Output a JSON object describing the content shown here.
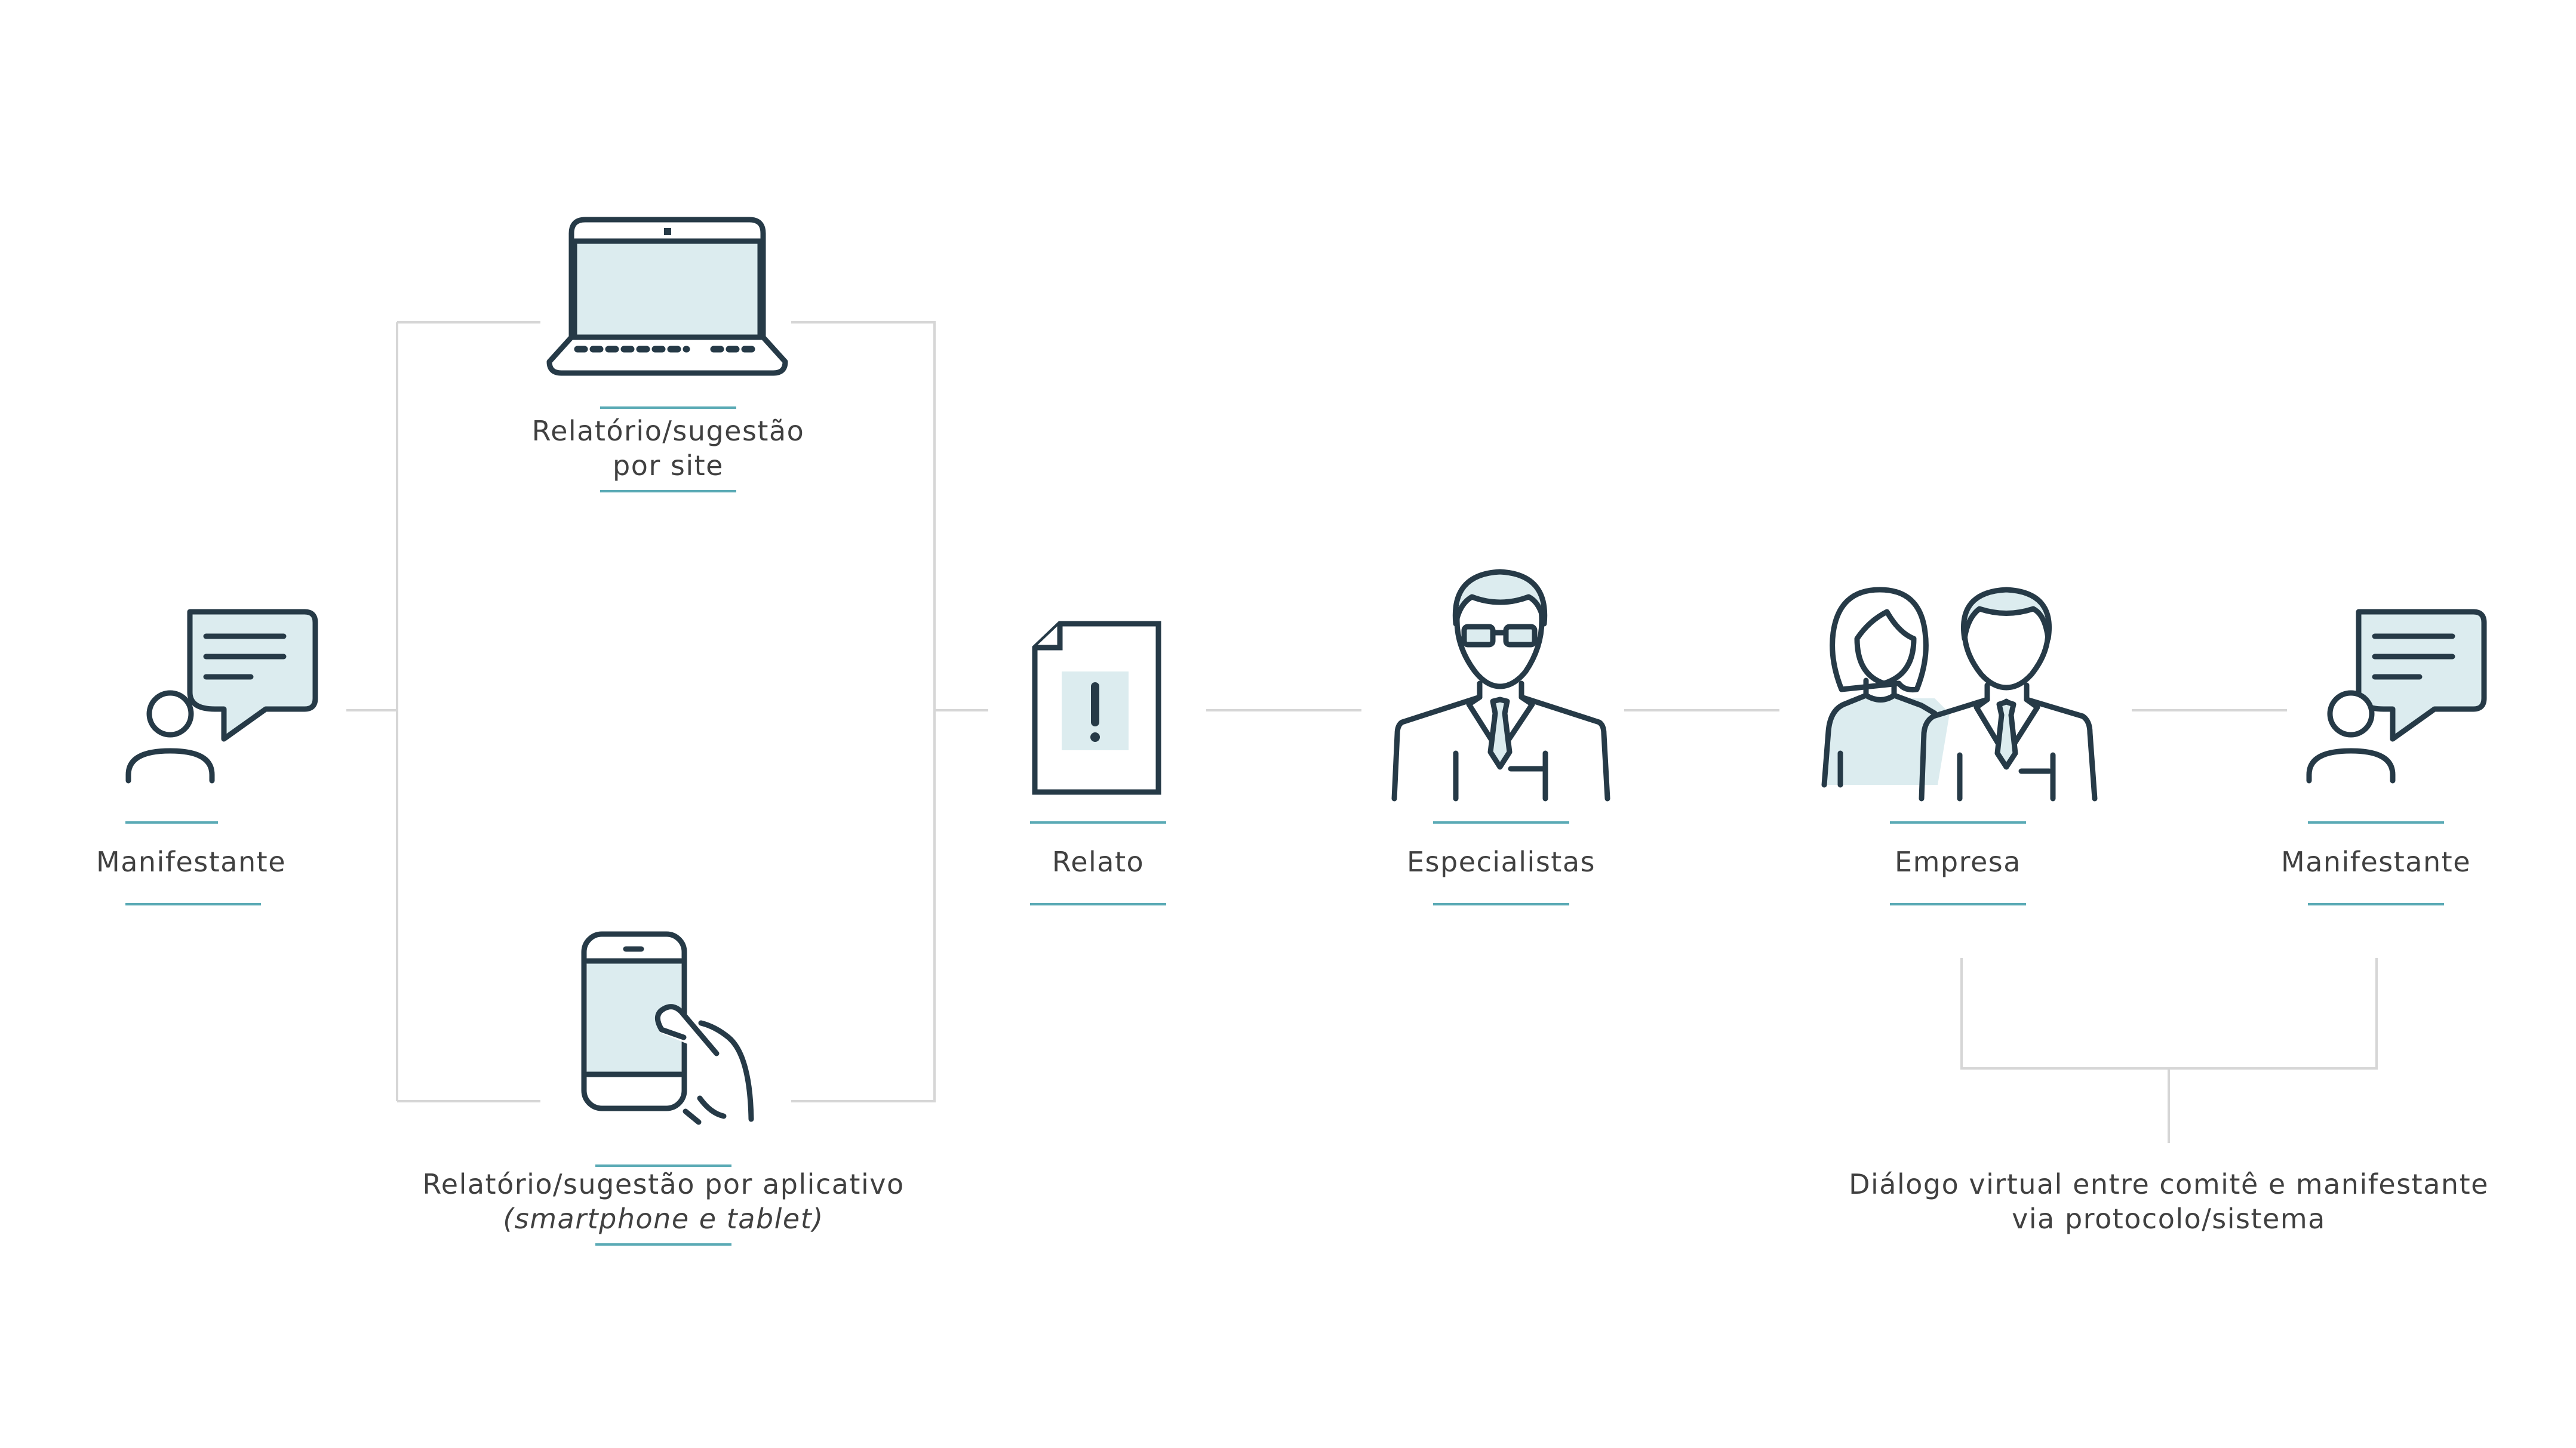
{
  "nodes": {
    "manifestante_left": {
      "label": "Manifestante"
    },
    "site": {
      "line1": "Relatório/sugestão",
      "line2": "por site"
    },
    "app": {
      "line1": "Relatório/sugestão por aplicativo",
      "line2": "(smartphone e tablet)"
    },
    "relato": {
      "label": "Relato"
    },
    "especialistas": {
      "label": "Especialistas"
    },
    "empresa": {
      "label": "Empresa"
    },
    "manifestante_right": {
      "label": "Manifestante"
    },
    "dialogo": {
      "line1": "Diálogo virtual entre comitê e manifestante",
      "line2": "via protocolo/sistema"
    }
  },
  "icons": [
    "person-speech-icon",
    "laptop-icon",
    "smartphone-hand-icon",
    "document-alert-icon",
    "specialist-icon",
    "business-couple-icon"
  ],
  "colors": {
    "stroke": "#263a47",
    "fill": "#dcecef",
    "accent": "#5aaab5",
    "connector": "#d6d6d6",
    "text": "#404040"
  }
}
